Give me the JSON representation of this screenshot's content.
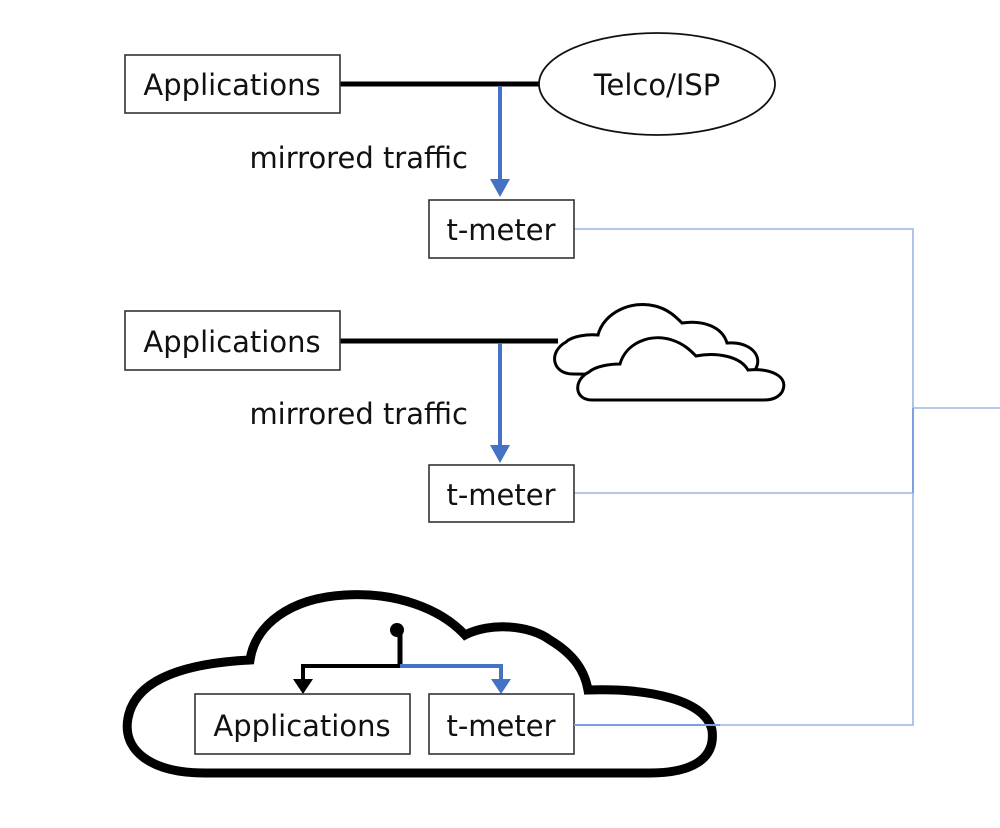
{
  "diagram": {
    "colors": {
      "mirror_arrow": "#4472c4",
      "collector_link": "#9db5e6",
      "traffic_line": "#000000",
      "box_border": "#333333"
    },
    "scenarios": [
      {
        "name": "telco",
        "applications_label": "Applications",
        "network_label": "Telco/ISP",
        "network_shape": "ellipse",
        "mirror_label": "mirrored traffic",
        "meter_label": "t-meter"
      },
      {
        "name": "public-cloud",
        "applications_label": "Applications",
        "network_shape": "cloud-icon",
        "mirror_label": "mirrored traffic",
        "meter_label": "t-meter"
      },
      {
        "name": "in-cloud",
        "applications_label": "Applications",
        "network_shape": "cloud-container",
        "meter_label": "t-meter"
      }
    ]
  }
}
